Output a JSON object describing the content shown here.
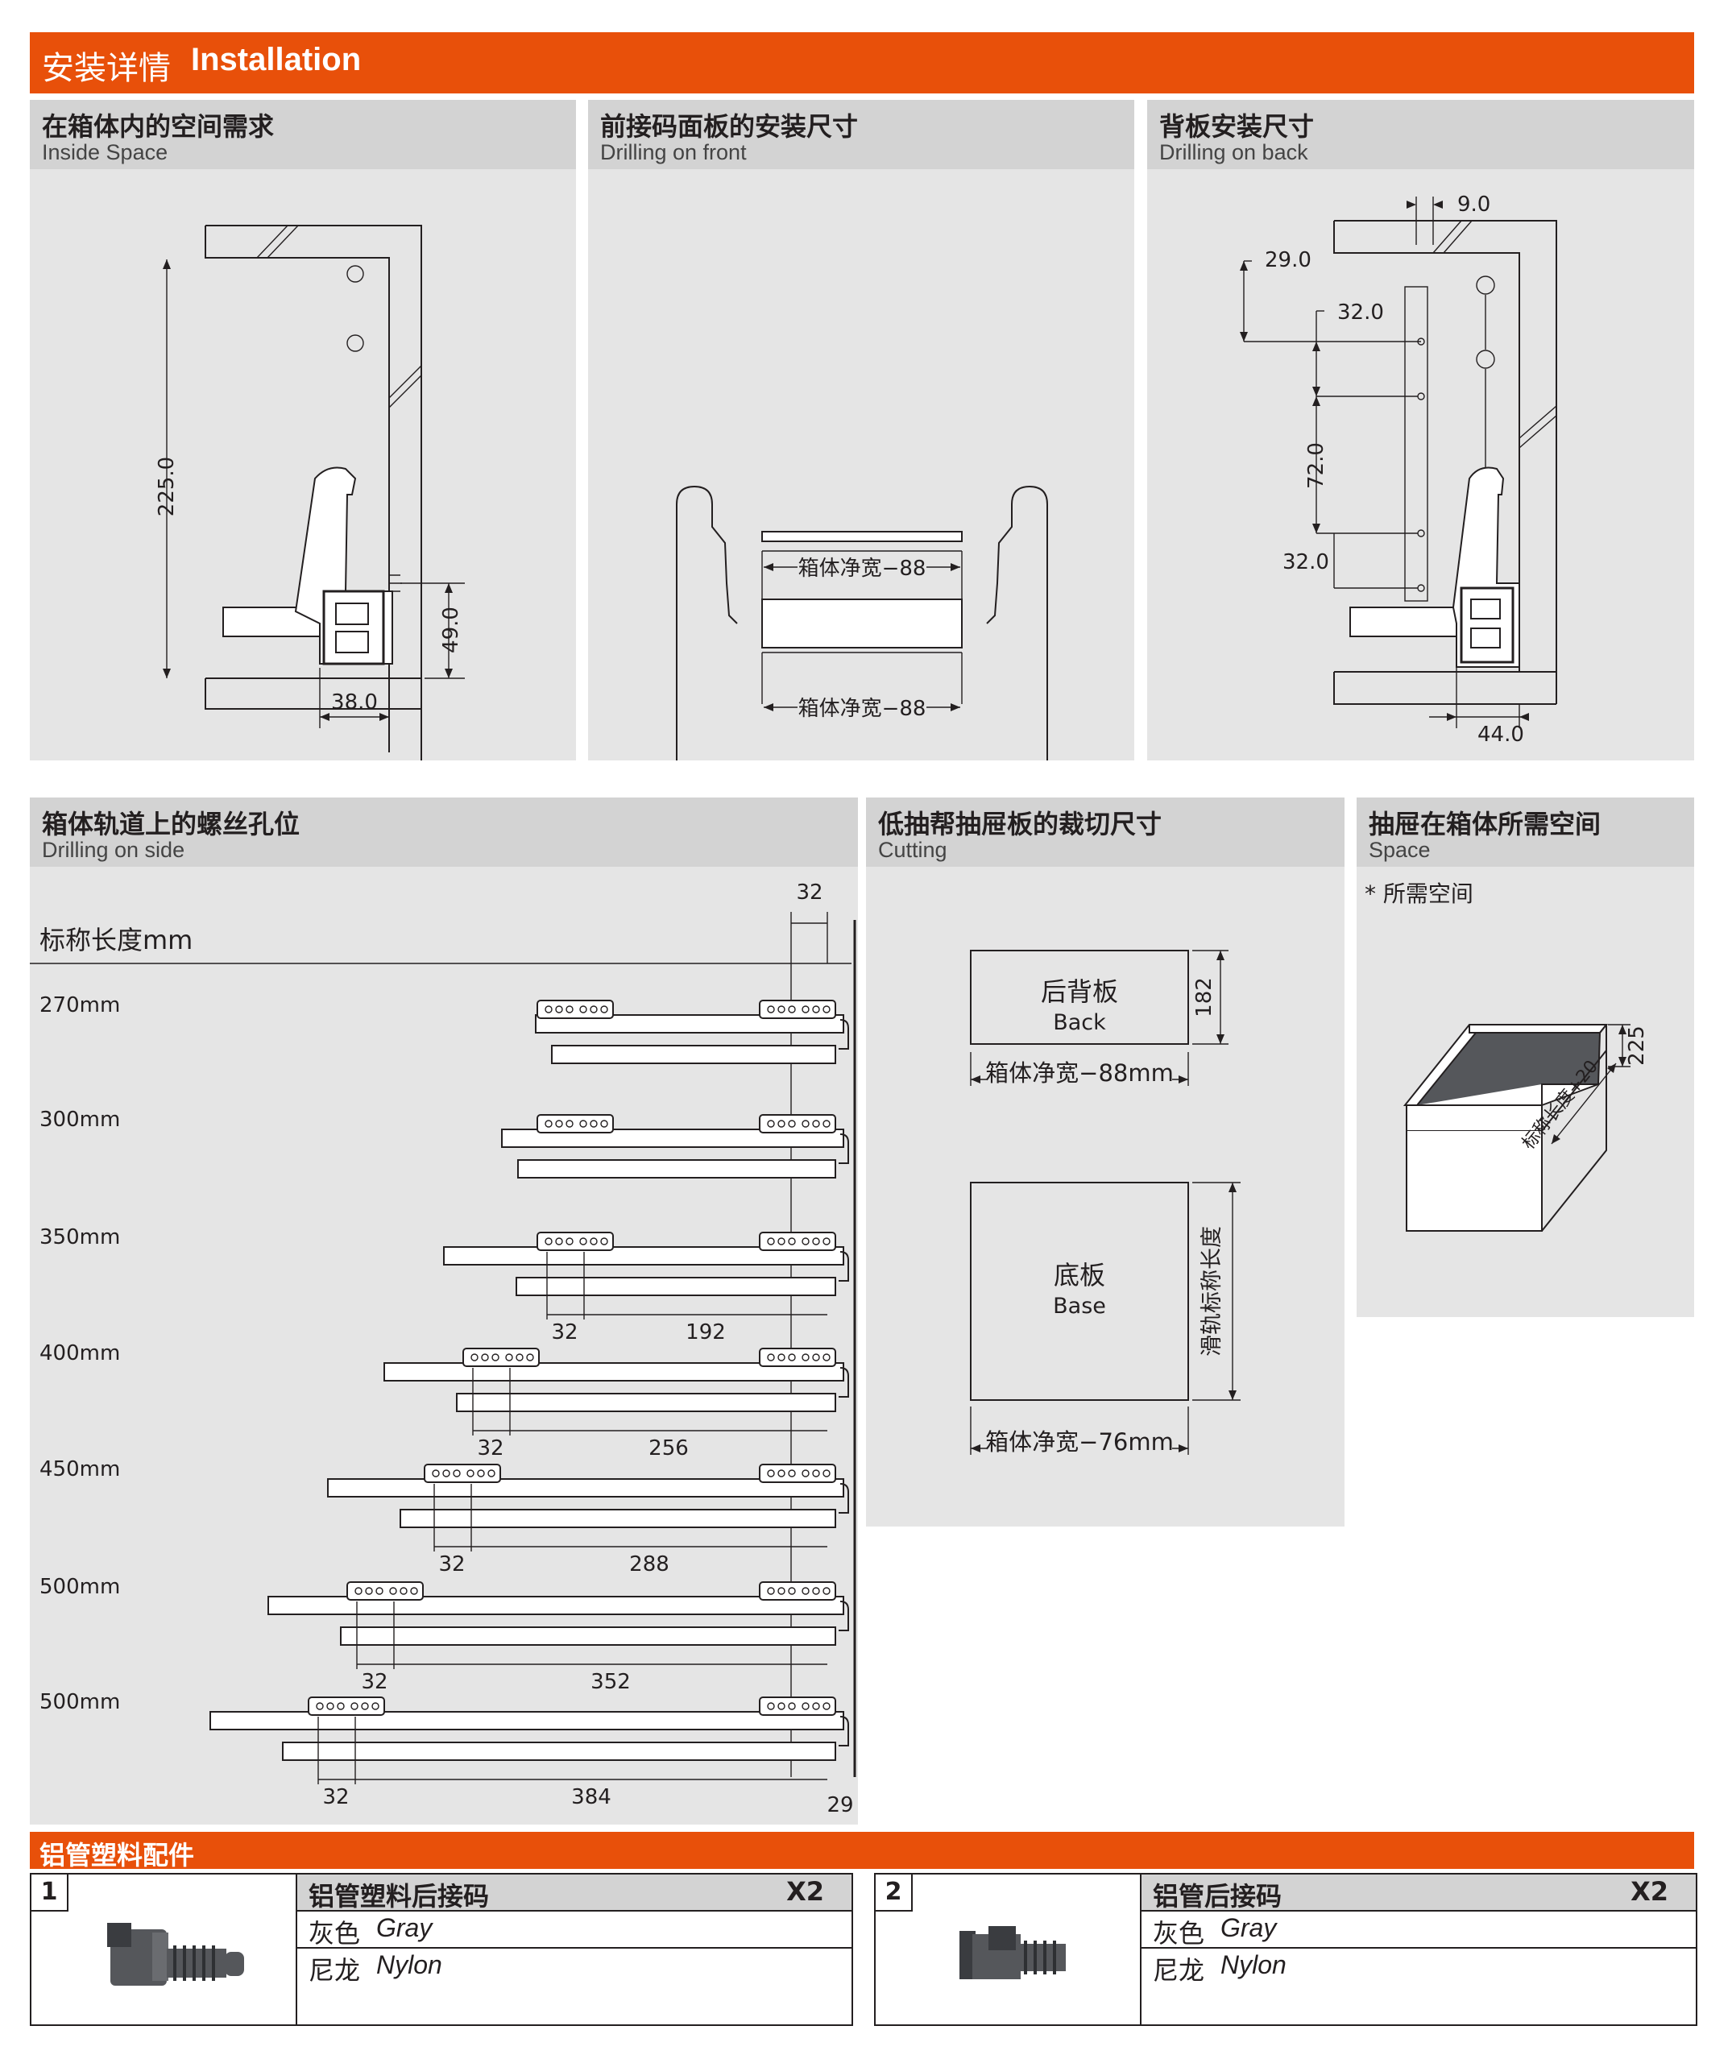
{
  "title": {
    "cn": "安装详情",
    "en": "Installation"
  },
  "panels": {
    "inside_space": {
      "cn": "在箱体内的空间需求",
      "en": "Inside Space",
      "dims": {
        "height": "225.0",
        "side": "49.0",
        "bottom": "38.0"
      }
    },
    "drilling_front": {
      "cn": "前接码面板的安装尺寸",
      "en": "Drilling on front",
      "labels": {
        "top": "箱体净宽−88",
        "bottom": "箱体净宽−88"
      }
    },
    "drilling_back": {
      "cn": "背板安装尺寸",
      "en": "Drilling on back",
      "dims": {
        "top": "9.0",
        "d1": "29.0",
        "d2": "32.0",
        "d3": "72.0",
        "d4": "32.0",
        "bottom": "44.0"
      }
    },
    "drilling_side": {
      "cn": "箱体轨道上的螺丝孔位",
      "en": "Drilling on side",
      "col_header": "标称长度mm",
      "top_dim": "32",
      "rows": [
        {
          "label": "270mm"
        },
        {
          "label": "300mm"
        },
        {
          "label": "350mm",
          "d1": "32",
          "d2": "192"
        },
        {
          "label": "400mm",
          "d1": "32",
          "d2": "256"
        },
        {
          "label": "450mm",
          "d1": "32",
          "d2": "288"
        },
        {
          "label": "500mm",
          "d1": "32",
          "d2": "352"
        },
        {
          "label": "500mm",
          "d1": "32",
          "d2": "384",
          "d3": "29"
        }
      ]
    },
    "cutting": {
      "cn": "低抽帮抽屉板的裁切尺寸",
      "en": "Cutting",
      "back": {
        "cn": "后背板",
        "en": "Back",
        "height": "182",
        "width": "箱体净宽−88mm"
      },
      "base": {
        "cn": "底板",
        "en": "Base",
        "height": "滑轨标称长度",
        "width": "箱体净宽−76mm"
      }
    },
    "space": {
      "cn": "抽屉在箱体所需空间",
      "en": "Space",
      "note": "* 所需空间",
      "height": "225",
      "depth": "标称长度+20"
    }
  },
  "accessories": {
    "title": "铝管塑料配件",
    "items": [
      {
        "num": "1",
        "name": "铝管塑料后接码",
        "qty": "X2",
        "color_cn": "灰色",
        "color_en": "Gray",
        "mat_cn": "尼龙",
        "mat_en": "Nylon"
      },
      {
        "num": "2",
        "name": "铝管后接码",
        "qty": "X2",
        "color_cn": "灰色",
        "color_en": "Gray",
        "mat_cn": "尼龙",
        "mat_en": "Nylon"
      }
    ]
  },
  "colors": {
    "accent": "#e8500a",
    "panel": "#e5e5e5",
    "header": "#d3d3d3",
    "part": "#55575b"
  }
}
